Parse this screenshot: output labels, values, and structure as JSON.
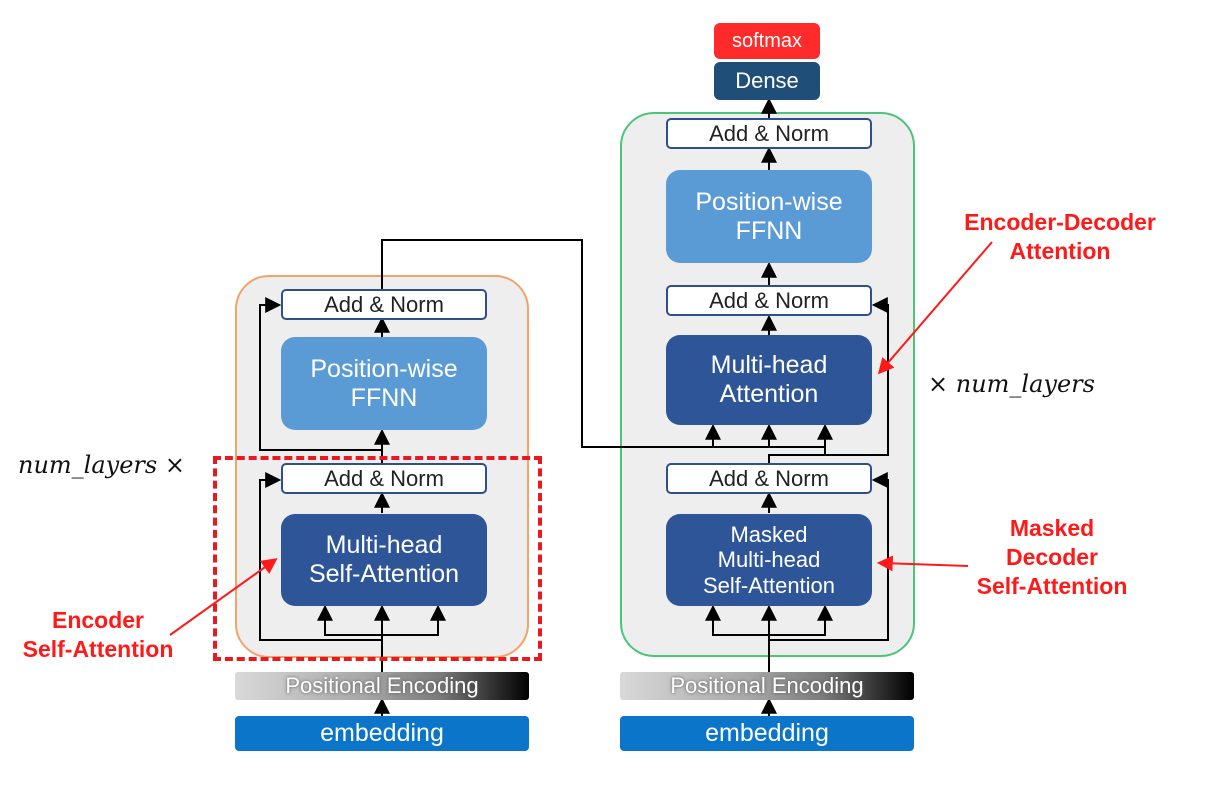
{
  "encoder": {
    "add_norm_top": "Add & Norm",
    "ffnn": "Position-wise\nFFNN",
    "add_norm_bottom": "Add & Norm",
    "self_attention": "Multi-head\nSelf-Attention",
    "positional_encoding": "Positional Encoding",
    "embedding": "embedding",
    "layers_label": "num_layers ×"
  },
  "decoder": {
    "softmax": "softmax",
    "dense": "Dense",
    "add_norm_top": "Add & Norm",
    "ffnn": "Position-wise\nFFNN",
    "add_norm_mid": "Add & Norm",
    "cross_attention": "Multi-head\nAttention",
    "add_norm_bottom": "Add & Norm",
    "masked_attention": "Masked\nMulti-head\nSelf-Attention",
    "positional_encoding": "Positional Encoding",
    "embedding": "embedding",
    "layers_label": "× num_layers"
  },
  "annotations": {
    "encoder_self_attention": "Encoder\nSelf-Attention",
    "encoder_decoder_attention": "Encoder-Decoder\nAttention",
    "masked_decoder_self_attention": "Masked\nDecoder\nSelf-Attention"
  },
  "colors": {
    "encoder_border": "#f2a36b",
    "decoder_border": "#4cc479",
    "dark_block": "#2e5597",
    "light_block": "#5b9bd5",
    "embedding": "#0b75c9",
    "dense": "#1f4e79",
    "softmax": "#ff2a2a",
    "annotation": "#ff1a1a"
  }
}
